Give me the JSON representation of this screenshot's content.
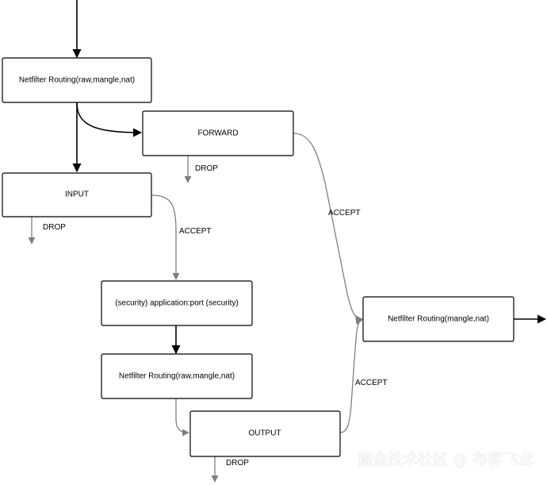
{
  "nodes": {
    "routing_top": "Netfilter Routing(raw,mangle,nat)",
    "forward": "FORWARD",
    "input": "INPUT",
    "application": "(security) application:port (security)",
    "routing_middle": "Netfilter Routing(raw,mangle,nat)",
    "output": "OUTPUT",
    "routing_right": "Netfilter Routing(mangle,nat)"
  },
  "edges": {
    "forward_drop": "DROP",
    "input_drop": "DROP",
    "output_drop": "DROP",
    "input_accept": "ACCEPT",
    "forward_accept": "ACCEPT",
    "output_accept": "ACCEPT"
  },
  "watermark": "掘金技术社区 @ 布客飞龙",
  "colors": {
    "primary_flow": "#000000",
    "secondary_flow": "#7f7f7f"
  }
}
